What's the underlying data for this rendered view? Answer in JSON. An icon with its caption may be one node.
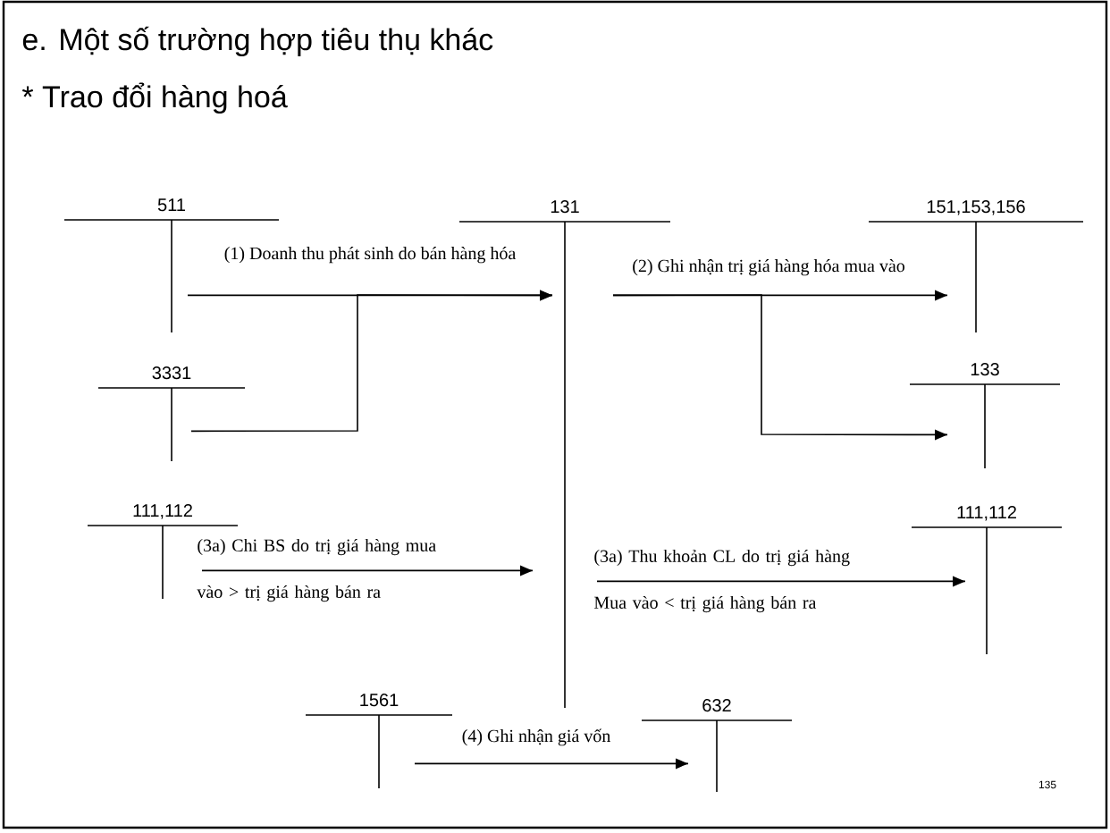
{
  "diagram": {
    "title": "e. Một số trường hợp tiêu thụ khác",
    "nodes": [
      {
        "text": [
          "511"
        ]
      },
      {
        "text": [
          "131"
        ]
      },
      {
        "text": [
          "151,153,156"
        ]
      },
      {
        "text": [
          "3331"
        ]
      },
      {
        "text": [
          "133"
        ]
      },
      {
        "text": [
          "111,112"
        ]
      },
      {
        "text": [
          "111,112"
        ]
      },
      {
        "text": [
          "1561"
        ]
      },
      {
        "text": [
          "632"
        ]
      }
    ],
    "edges": [
      {
        "from": 0,
        "to": 1,
        "arrow": "to",
        "label": "(1) Doanh thu phát sinh do bán hàng hóa"
      },
      {
        "from": 3,
        "to": 1,
        "arrow": "to"
      },
      {
        "from": 1,
        "to": 2,
        "arrow": "to",
        "label": "(2) Ghi nhận trị giá hàng hóa mua vào"
      },
      {
        "from": 1,
        "to": 4,
        "arrow": "to"
      },
      {
        "from": 5,
        "to": 1,
        "arrow": "to",
        "label": "(3a) Chi BS do trị giá hàng mua vào > trị giá hàng bán ra"
      },
      {
        "from": 1,
        "to": 6,
        "arrow": "to",
        "label": "(3a) Thu khoản CL do trị giá hàng Mua vào < trị giá hàng bán ra"
      },
      {
        "from": 7,
        "to": 8,
        "arrow": "to",
        "label": "(4) Ghi nhận giá vốn"
      }
    ],
    "labels": [
      "* Trao đổi hàng hoá",
      "135"
    ]
  }
}
